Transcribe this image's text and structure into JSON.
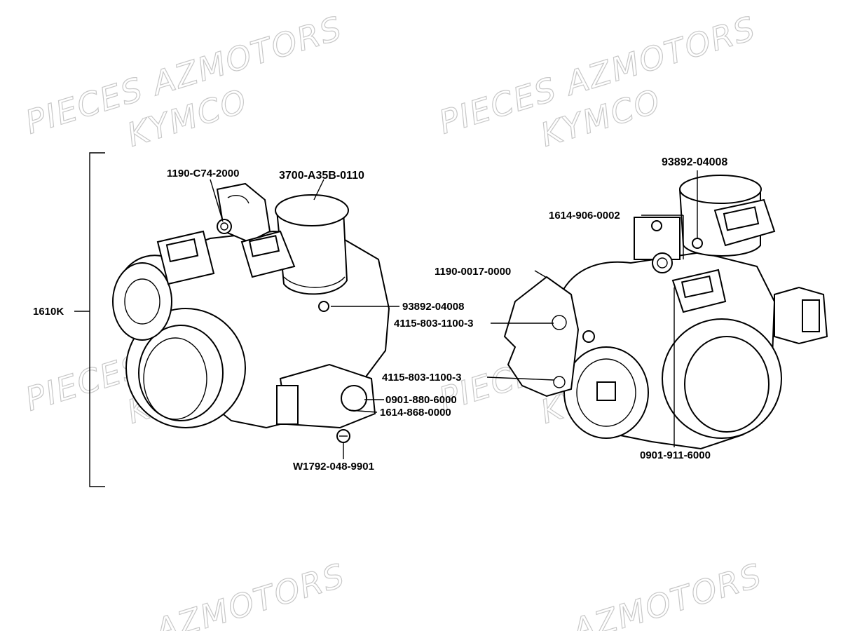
{
  "watermarks": {
    "w1a": "PIECES AZMOTORS",
    "w1b": "KYMCO",
    "w2a": "PIECES AZMOTORS",
    "w2b": "KYMCO",
    "w3a": "PIECES AZMOTORS",
    "w3b": "KYMCO",
    "w4a": "PIECES AZMOTORS",
    "w4b": "KYMCO",
    "w5": "AZMOTORS",
    "w6": "AZMOTORS"
  },
  "assembly_label": "1610K",
  "left_parts": {
    "p1": "1190-C74-2000",
    "p2": "3700-A35B-0110",
    "p3": "93892-04008",
    "p4": "0901-880-6000",
    "p5": "1614-868-0000",
    "p6": "W1792-048-9901"
  },
  "right_parts": {
    "p1": "93892-04008",
    "p2": "1614-906-0002",
    "p3": "1190-0017-0000",
    "p4": "4115-803-1100-3",
    "p5": "4115-803-1100-3",
    "p6": "0901-911-6000"
  }
}
